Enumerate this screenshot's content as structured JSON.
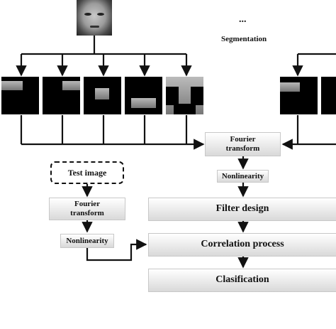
{
  "labels": {
    "ellipsis": "...",
    "segmentation": "Segmentation"
  },
  "boxes": {
    "fourier_top": "Fourier\ntransform",
    "nonlinearity_top": "Nonlinearity",
    "test_image": "Test image",
    "fourier_left": "Fourier\ntransform",
    "nonlinearity_left": "Nonlinearity",
    "filter_design": "Filter design",
    "correlation": "Correlation process",
    "classification": "Clasification"
  },
  "icons": {
    "face": "face-image-icon",
    "segment": "segmented-face-icon"
  }
}
